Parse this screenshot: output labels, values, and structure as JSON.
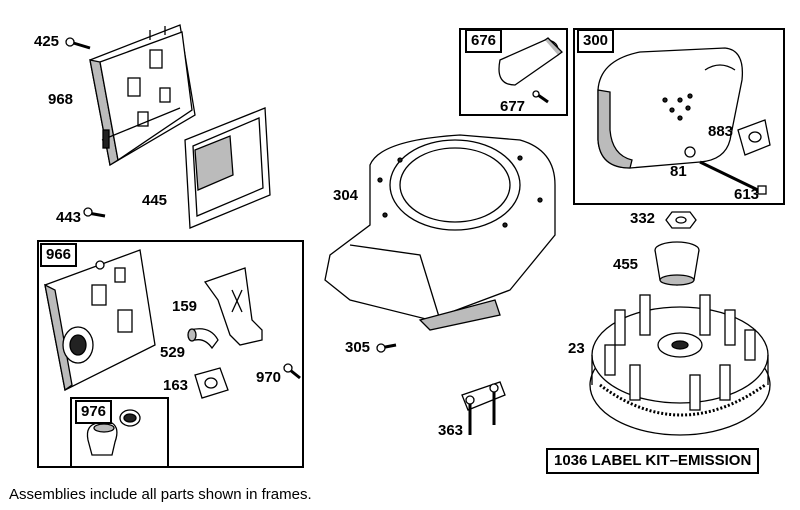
{
  "parts": {
    "p425": "425",
    "p968": "968",
    "p445": "445",
    "p443": "443",
    "p676": "676",
    "p677": "677",
    "p300": "300",
    "p883": "883",
    "p81": "81",
    "p613": "613",
    "p304": "304",
    "p332": "332",
    "p455": "455",
    "p966": "966",
    "p159": "159",
    "p529": "529",
    "p163": "163",
    "p970": "970",
    "p976": "976",
    "p305": "305",
    "p23": "23",
    "p363": "363"
  },
  "kit_label": "1036 LABEL KIT–EMISSION",
  "footnote": "Assemblies include all parts shown in frames."
}
